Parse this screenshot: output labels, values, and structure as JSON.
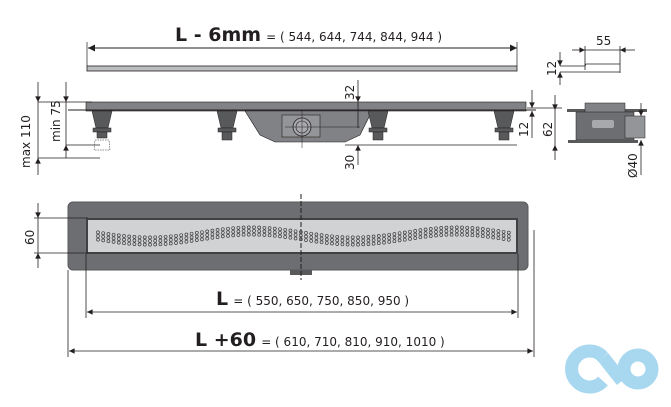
{
  "top_dimension": {
    "bold": "L - 6mm",
    "values": "= ( 544, 644, 744, 844, 944 )"
  },
  "bottom_dimension_inner": {
    "bold": "L",
    "values": "= ( 550, 650, 750, 850, 950 )"
  },
  "bottom_dimension_outer": {
    "bold": "L +60",
    "values": "= ( 610, 710, 810, 910, 1010 )"
  },
  "side_dimensions": {
    "max_height": "max 110",
    "min_height": "min 75",
    "top_offset": "32",
    "bottom_offset": "30",
    "flange_height": "12",
    "total_height": "62",
    "profile_width": "55",
    "profile_height": "12",
    "outlet_diameter": "Ø40",
    "width": "60"
  },
  "brand_logo": {
    "icon": "infinity-logo-icon",
    "color": "#a8d8f0"
  },
  "colors": {
    "body": "#6d6e71",
    "grate": "#d1d2d4",
    "line": "#231f20"
  }
}
